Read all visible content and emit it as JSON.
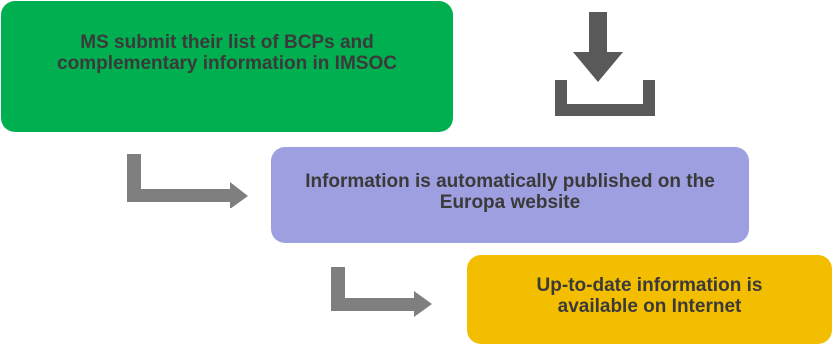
{
  "steps": [
    {
      "text": "MS submit their list of BCPs and complementary information in IMSOC",
      "color": "#00b050"
    },
    {
      "text": "Information is automatically published on the Europa website",
      "color": "#9e9fe0"
    },
    {
      "text": "Up-to-date information is available on Internet",
      "color": "#f4be00"
    }
  ],
  "icons": {
    "download": "download-icon",
    "connector": "bent-arrow-icon"
  },
  "colors": {
    "arrow": "#7f7f7f",
    "icon": "#595959",
    "text": "#3a3a3a"
  }
}
